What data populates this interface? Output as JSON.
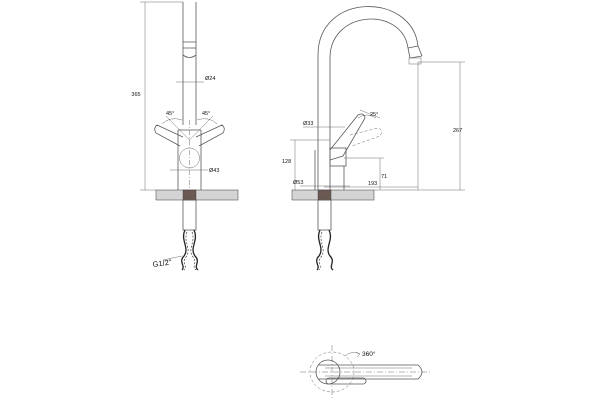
{
  "front_view": {
    "height_label": "365",
    "diameter_spout_label": "Ø24",
    "angle_left_label": "45°",
    "angle_right_label": "45°",
    "diameter_body_label": "Ø43",
    "thread_label": "G1/2\""
  },
  "side_view": {
    "height_label": "267",
    "diameter_body_label": "Ø33",
    "angle_label": "25°",
    "handle_height_label": "128",
    "diameter_base_label": "Ø53",
    "spout_height_label": "71",
    "reach_label": "193"
  },
  "top_view": {
    "rotation_label": "360°"
  },
  "colors": {
    "line": "#5a5a5a",
    "base_fill": "#d4d4d4",
    "thread_fill": "#6b5a52",
    "hose": "#222222"
  }
}
